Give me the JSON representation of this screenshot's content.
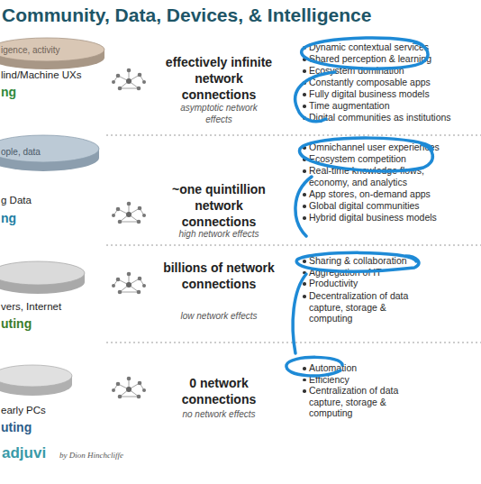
{
  "diagram": {
    "title": "Community, Data, Devices, & Intelligence",
    "nodes": [
      {
        "text": [
          "igence, activity",
          "lind/Machine UXs",
          "ng"
        ]
      },
      {
        "text": [
          "ople, data",
          "g Data",
          "ng"
        ]
      },
      {
        "text": [
          "vers, Internet",
          "uting"
        ]
      },
      {
        "text": [
          "early PCs",
          "uting"
        ]
      }
    ],
    "labels": [
      "effectively infinite network connections",
      "asymptotic network effects",
      "Dynamic contextual services",
      "Shared perception & learning",
      "Ecosystem domination",
      "Constantly composable apps",
      "Fully digital business models",
      "Time augmentation",
      "Digital communities as institutions",
      "~one quintillion network connections",
      "high network effects",
      "Omnichannel user experiences",
      "Ecosystem competition",
      "Real-time knowledge flows, economy, and analytics",
      "App stores, on-demand apps",
      "Global digital communities",
      "Hybrid digital business models",
      "billions of network connections",
      "low network effects",
      "Sharing & collaboration",
      "Aggregation of IT",
      "Productivity",
      "Decentralization of data capture, storage & computing",
      "0 network connections",
      "no network effects",
      "Automation",
      "Efficiency",
      "Centralization of data capture, storage & computing",
      "adjuvi",
      "by Dion Hinchcliffe"
    ]
  }
}
